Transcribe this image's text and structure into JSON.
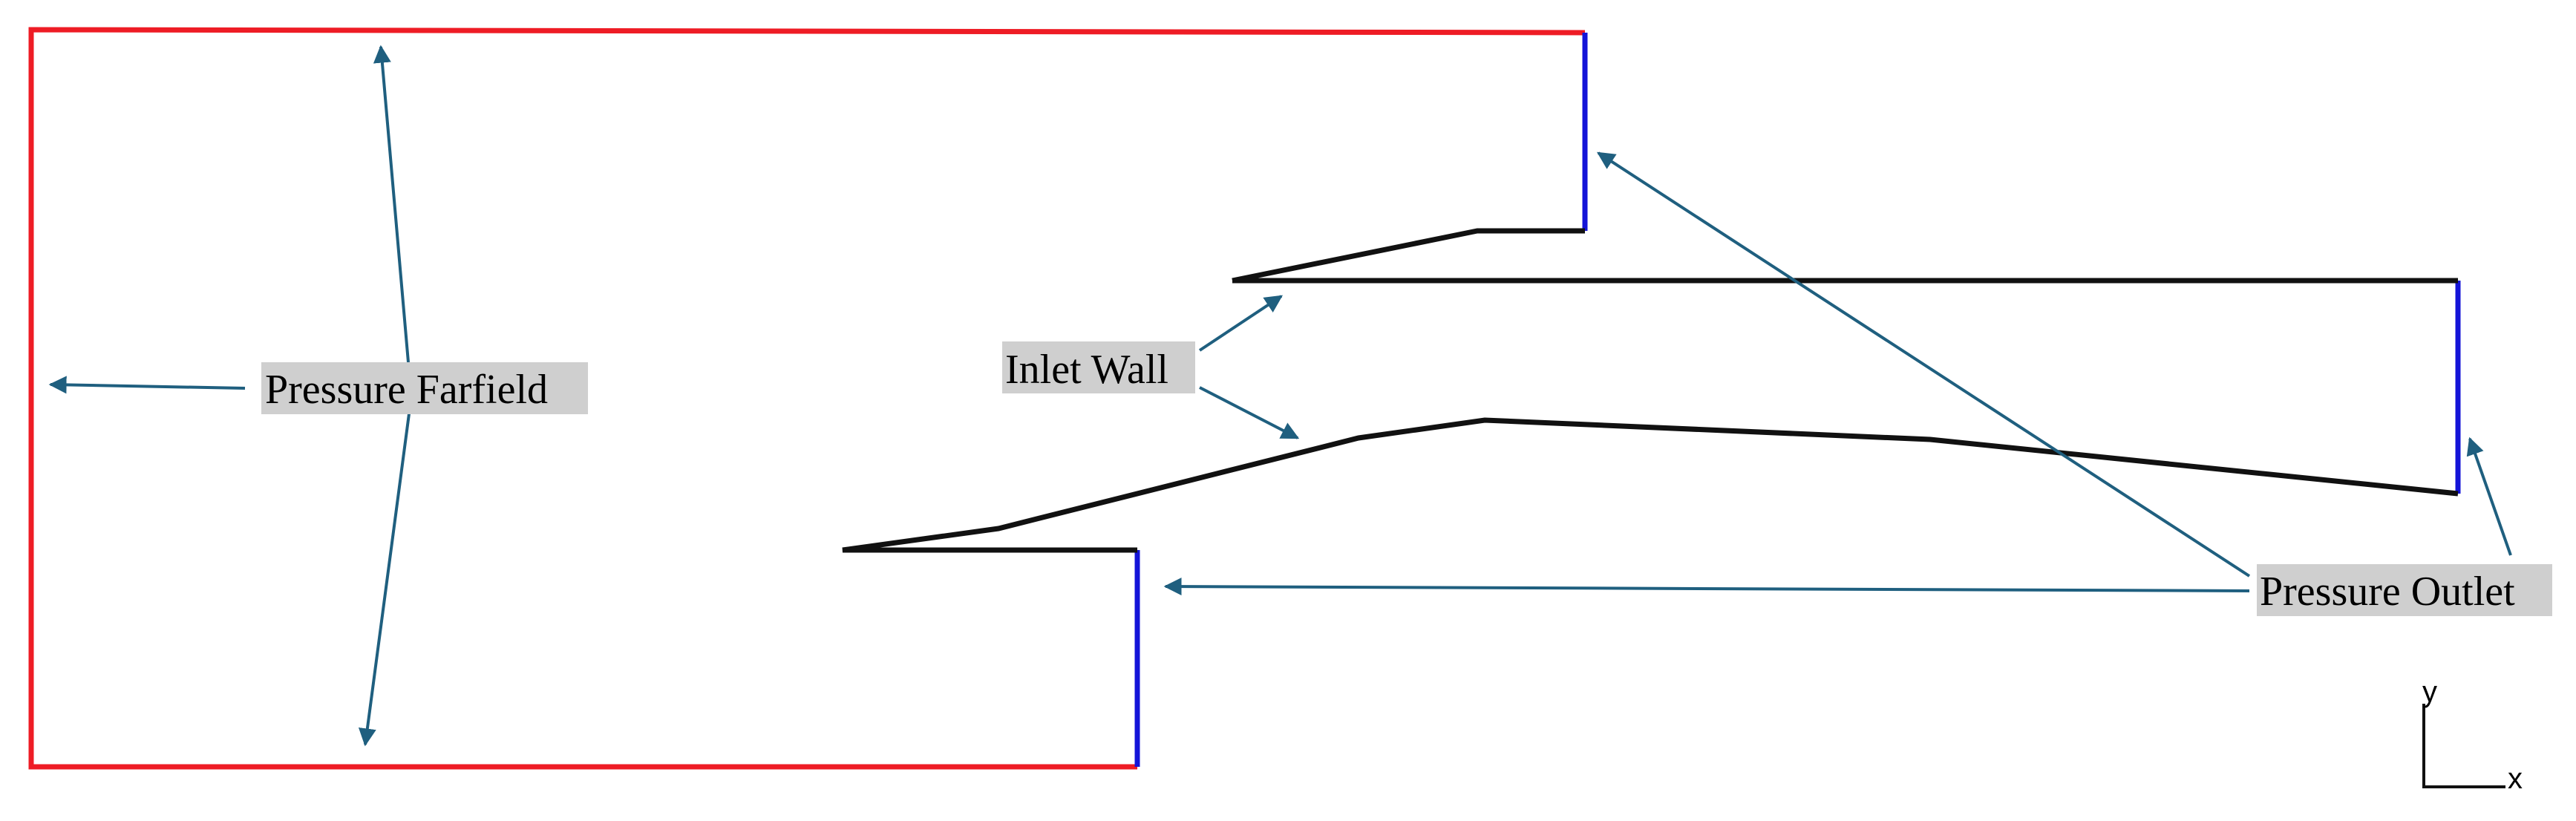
{
  "labels": {
    "farfield": "Pressure Farfield",
    "inlet_wall": "Inlet Wall",
    "outlet": "Pressure Outlet"
  },
  "axes": {
    "x": "x",
    "y": "y"
  },
  "colors": {
    "farfield": "#ee1c25",
    "outlet": "#1414d8",
    "wall": "#111111",
    "arrow": "#1f5f7f",
    "label_bg": "#cfcfcf"
  }
}
